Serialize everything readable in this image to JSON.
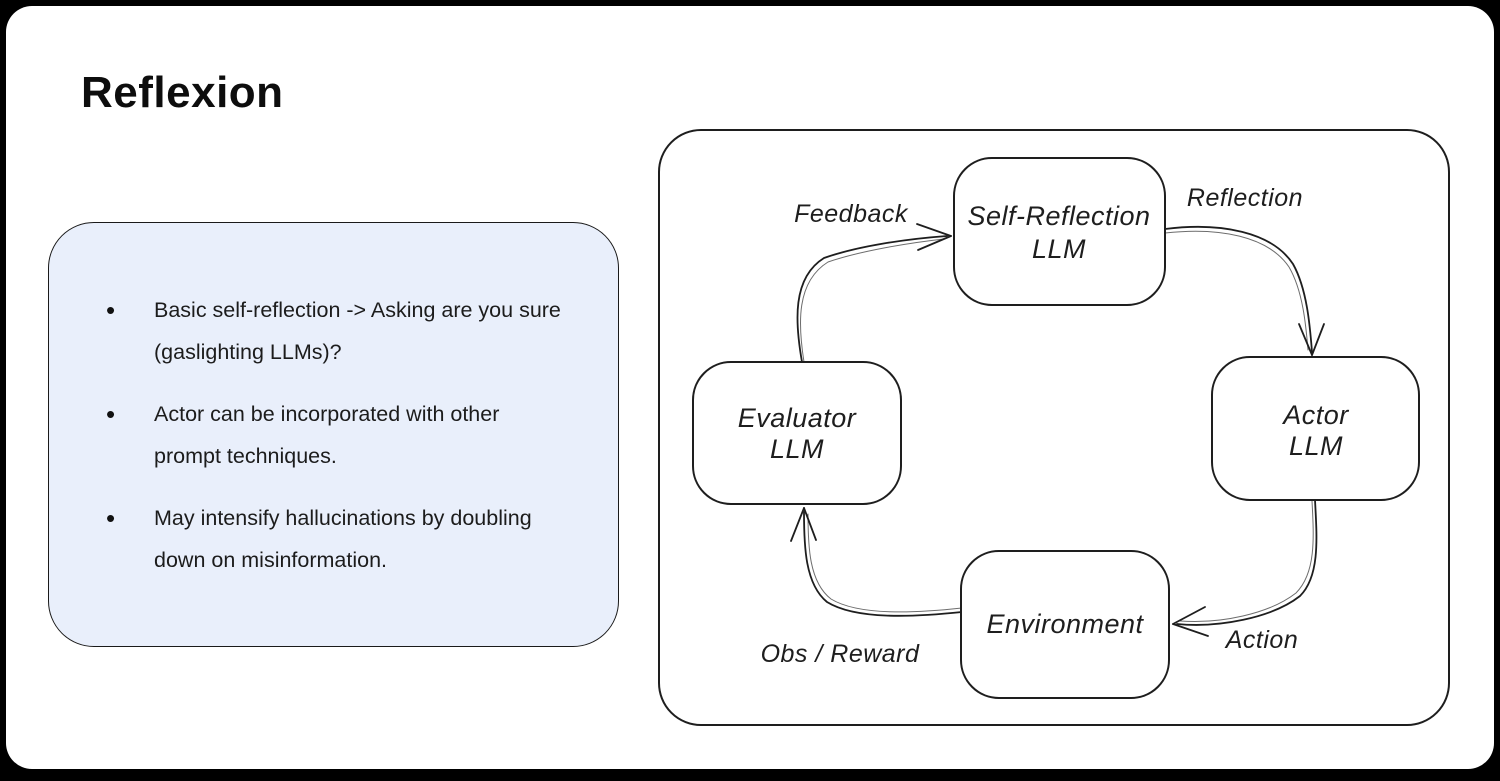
{
  "slide": {
    "title": "Reflexion"
  },
  "card": {
    "bullets": [
      "Basic self-reflection -> Asking are you sure (gaslighting LLMs)?",
      "Actor can be incorporated with other prompt techniques.",
      "May intensify hallucinations by doubling down on misinformation."
    ],
    "background": "#e9effb",
    "border_color": "#1a1a1a"
  },
  "diagram": {
    "style": "hand-drawn flowchart cycle",
    "nodes": [
      {
        "id": "self-reflection-llm",
        "line1": "Self-Reflection",
        "line2": "LLM"
      },
      {
        "id": "actor-llm",
        "line1": "Actor",
        "line2": "LLM"
      },
      {
        "id": "evaluator-llm",
        "line1": "Evaluator",
        "line2": "LLM"
      },
      {
        "id": "environment",
        "line1": "Environment"
      }
    ],
    "edges": [
      {
        "label": "Feedback",
        "from": "evaluator-llm",
        "to": "self-reflection-llm"
      },
      {
        "label": "Reflection",
        "from": "self-reflection-llm",
        "to": "actor-llm"
      },
      {
        "label": "Action",
        "from": "actor-llm",
        "to": "environment"
      },
      {
        "label": "Obs / Reward",
        "from": "environment",
        "to": "evaluator-llm"
      }
    ],
    "stroke_color": "#1e1e1e"
  },
  "colors": {
    "page_background": "#000000",
    "slide_background": "#ffffff",
    "text": "#1c1c1c"
  }
}
